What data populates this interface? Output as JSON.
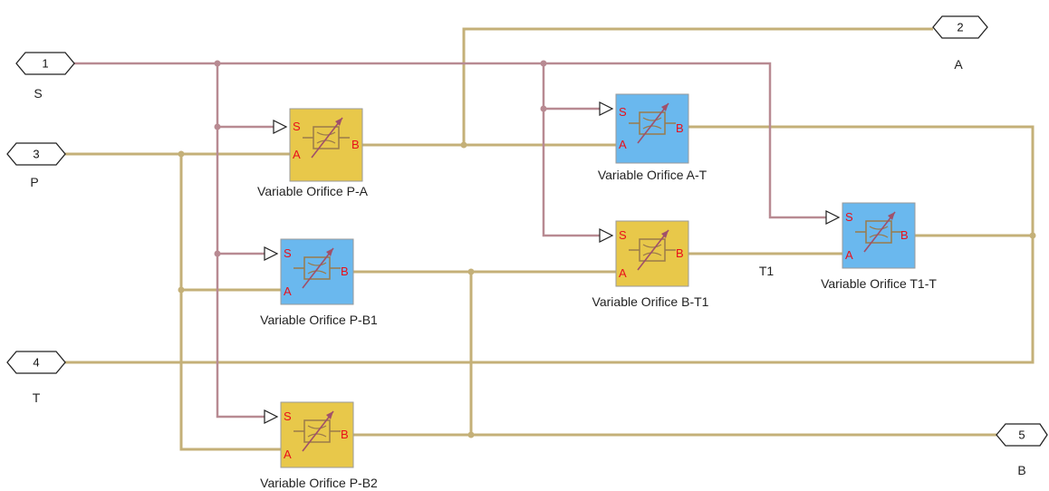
{
  "colors": {
    "isothermal_wire": "#c4b078",
    "signal_wire": "#b88a92",
    "orifice_yellow": "#e8c84a",
    "orifice_blue": "#6ab8ee",
    "pin_letter": "#e8101a",
    "orifice_symbol": "#9a7a4a",
    "orifice_arrow": "#a0506a"
  },
  "ports": [
    {
      "id": "port-1",
      "number": "1",
      "name": "S"
    },
    {
      "id": "port-2",
      "number": "2",
      "name": "A"
    },
    {
      "id": "port-3",
      "number": "3",
      "name": "P"
    },
    {
      "id": "port-4",
      "number": "4",
      "name": "T"
    },
    {
      "id": "port-5",
      "number": "5",
      "name": "B"
    }
  ],
  "blocks": [
    {
      "id": "orifice-p-a",
      "label": "Variable Orifice P-A",
      "color": "yellow",
      "pins": [
        "S",
        "A",
        "B"
      ]
    },
    {
      "id": "orifice-a-t",
      "label": "Variable Orifice A-T",
      "color": "blue",
      "pins": [
        "S",
        "A",
        "B"
      ]
    },
    {
      "id": "orifice-p-b1",
      "label": "Variable Orifice P-B1",
      "color": "blue",
      "pins": [
        "S",
        "A",
        "B"
      ]
    },
    {
      "id": "orifice-b-t1",
      "label": "Variable Orifice B-T1",
      "color": "yellow",
      "pins": [
        "S",
        "A",
        "B"
      ]
    },
    {
      "id": "orifice-t1-t",
      "label": "Variable Orifice T1-T",
      "color": "blue",
      "pins": [
        "S",
        "A",
        "B"
      ]
    },
    {
      "id": "orifice-p-b2",
      "label": "Variable Orifice P-B2",
      "color": "yellow",
      "pins": [
        "S",
        "A",
        "B"
      ]
    }
  ],
  "wire_labels": {
    "t1": "T1"
  }
}
